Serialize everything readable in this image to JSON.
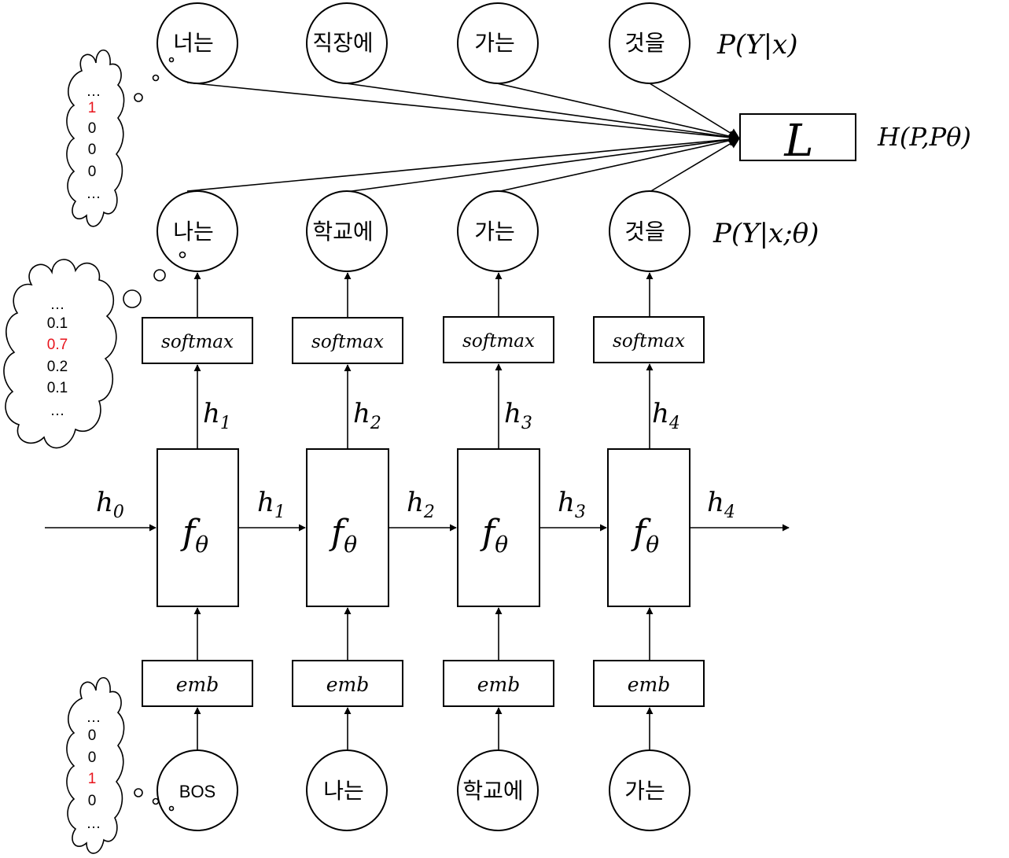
{
  "target_row": {
    "tokens": [
      "너는",
      "직장에",
      "가는",
      "것을"
    ],
    "label": "P(Y|x)"
  },
  "pred_row": {
    "tokens": [
      "나는",
      "학교에",
      "가는",
      "것을"
    ],
    "label": "P(Y|x;θ)"
  },
  "input_row": {
    "tokens": [
      "BOS",
      "나는",
      "학교에",
      "가는"
    ]
  },
  "loss": {
    "symbol": "L",
    "label": "H(P,Pθ)"
  },
  "softmax_label": "softmax",
  "emb_label": "emb",
  "cell_label": "f",
  "cell_subscript": "θ",
  "hidden": {
    "h0": "h",
    "h0_sub": "0",
    "subs": [
      "1",
      "2",
      "3",
      "4"
    ]
  },
  "clouds": {
    "target": [
      "…",
      "1",
      "0",
      "0",
      "0",
      "…"
    ],
    "target_highlight": 1,
    "pred": [
      "…",
      "0.1",
      "0.7",
      "0.2",
      "0.1",
      "…"
    ],
    "pred_highlight": 2,
    "input": [
      "…",
      "0",
      "0",
      "1",
      "0",
      "…"
    ],
    "input_highlight": 3
  },
  "colors": {
    "highlight": "#e8141c",
    "stroke": "#000000"
  }
}
